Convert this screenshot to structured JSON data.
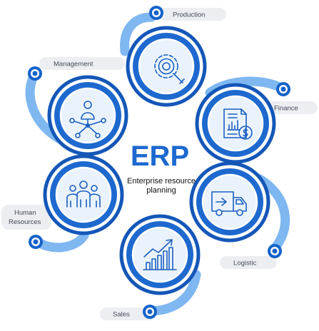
{
  "title": "ERP",
  "subtitle_line1": "Enterprise resource",
  "subtitle_line2": "planning",
  "modules": {
    "production": "Production",
    "management": "Management",
    "finance": "Finance",
    "human_resources_line1": "Human",
    "human_resources_line2": "Resources",
    "logistic": "Logistic",
    "sales": "Sales"
  },
  "colors": {
    "primary_blue": "#1d69cf",
    "ring_blue": "#1457b8",
    "arc_light_blue": "#7fb7f1",
    "icon_bg": "#eaf3fd",
    "label_pill": "#eceef2"
  },
  "icons": {
    "production": "gear-wrench-icon",
    "management": "org-network-icon",
    "finance": "financial-report-icon",
    "human_resources": "people-group-icon",
    "logistic": "delivery-truck-icon",
    "sales": "growth-chart-icon"
  }
}
